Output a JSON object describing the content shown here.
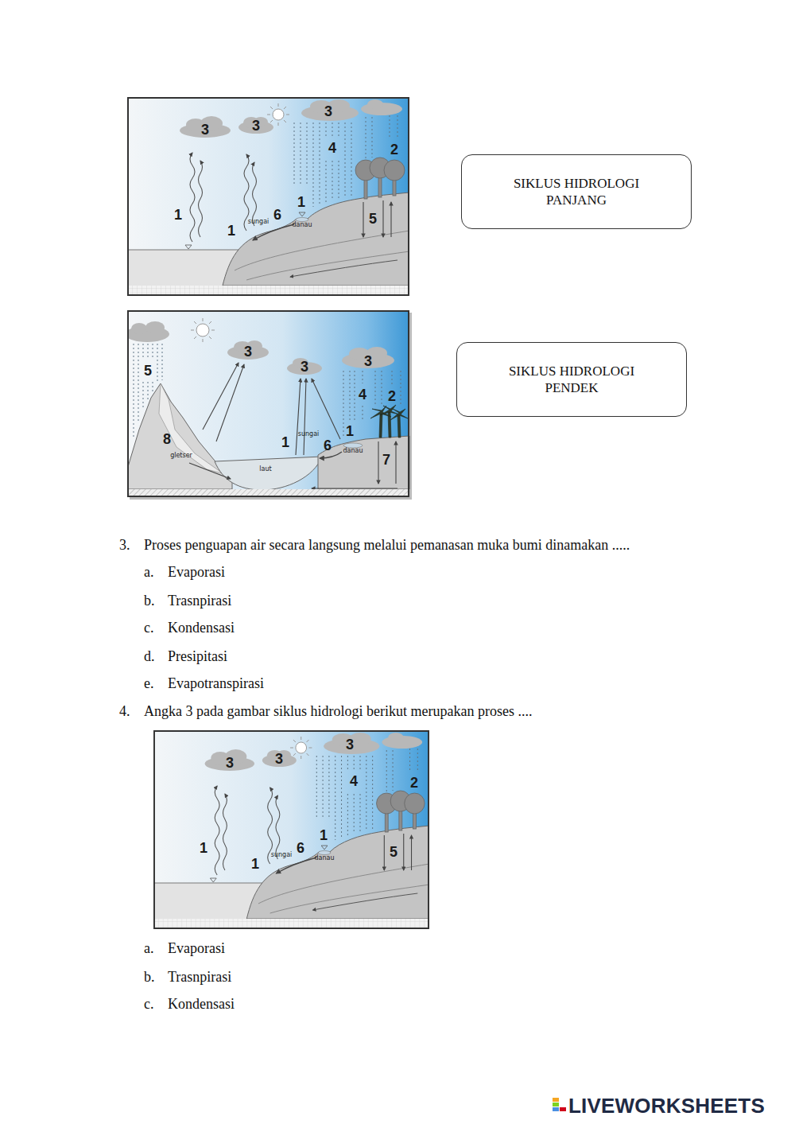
{
  "diagram": {
    "nodes": [
      {
        "text": [
          "SIKLUS HIDROLOGI PANJANG"
        ]
      },
      {
        "text": [
          "SIKLUS HIDROLOGI PENDEK"
        ]
      }
    ],
    "labels": [
      "3",
      "3",
      "3",
      "4",
      "2",
      "1",
      "1",
      "sungai",
      "6",
      "1",
      "danau",
      "5",
      "5",
      "3",
      "3",
      "3",
      "4",
      "2",
      "8",
      "gletser",
      "laut",
      "1",
      "sungai",
      "6",
      "1",
      "danau",
      "7",
      "3.",
      "Proses penguapan air secara langsung melalui pemanasan muka bumi dinamakan .....",
      "a.",
      "Evaporasi",
      "b.",
      "Trasnpirasi",
      "c.",
      "Kondensasi",
      "d.",
      "Presipitasi",
      "e.",
      "Evapotranspirasi",
      "4.",
      "Angka 3 pada gambar siklus hidrologi berikut merupakan proses ....",
      "3",
      "3",
      "3",
      "4",
      "2",
      "1",
      "1",
      "sungai",
      "6",
      "1",
      "danau",
      "5",
      "a.",
      "Evaporasi",
      "b.",
      "Trasnpirasi",
      "c.",
      "Kondensasi",
      "LIVEWORKSHEETS"
    ]
  }
}
